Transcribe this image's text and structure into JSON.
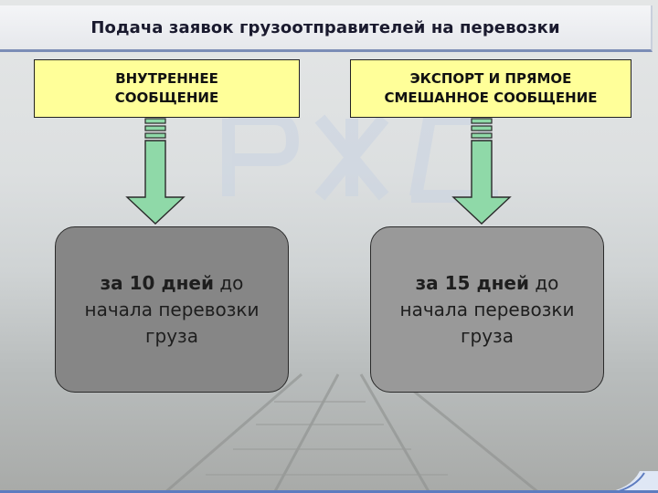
{
  "title": "Подача заявок грузоотправителей на перевозки",
  "left": {
    "header_line1": "ВНУТРЕННЕЕ",
    "header_line2": "СООБЩЕНИЕ",
    "term_bold": "за 10 дней",
    "term_rest": " до",
    "line2": "начала перевозки",
    "line3": "груза"
  },
  "right": {
    "header_line1": "ЭКСПОРТ И ПРЯМОЕ",
    "header_line2": "СМЕШАННОЕ СООБЩЕНИЕ",
    "term_bold": "за 15 дней",
    "term_rest": " до",
    "line2": "начала перевозки",
    "line3": "груза"
  },
  "colors": {
    "header_fill": "#ffff99",
    "arrow_fill": "#8fd9a8",
    "box_left_fill": "#868686",
    "box_right_fill": "#999999",
    "title_rule": "#7b8db6"
  }
}
